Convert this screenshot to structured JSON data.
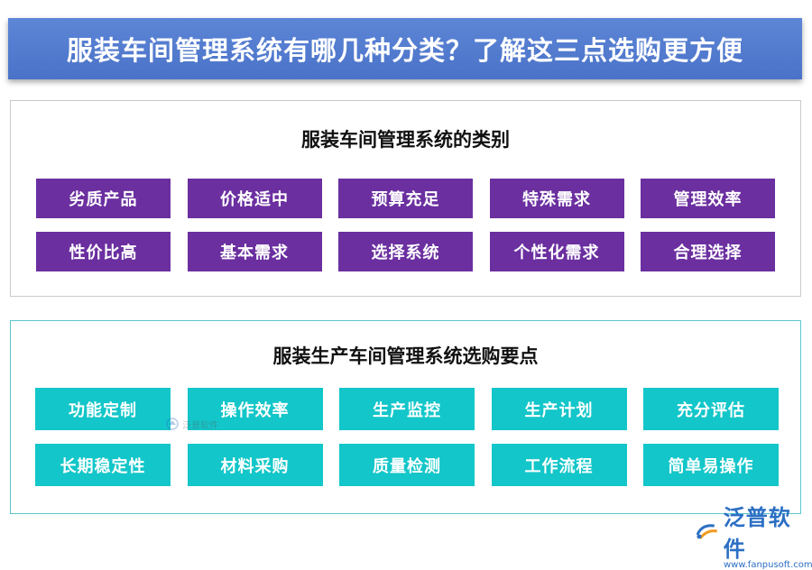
{
  "banner": {
    "title": "服装车间管理系统有哪几种分类？了解这三点选购更方便"
  },
  "section1": {
    "heading": "服装车间管理系统的类别",
    "items": [
      "劣质产品",
      "价格适中",
      "预算充足",
      "特殊需求",
      "管理效率",
      "性价比高",
      "基本需求",
      "选择系统",
      "个性化需求",
      "合理选择"
    ]
  },
  "section2": {
    "heading": "服装生产车间管理系统选购要点",
    "items": [
      "功能定制",
      "操作效率",
      "生产监控",
      "生产计划",
      "充分评估",
      "长期稳定性",
      "材料采购",
      "质量检测",
      "工作流程",
      "简单易操作"
    ]
  },
  "watermark": {
    "text": "泛普软件"
  },
  "logo": {
    "name": "泛普软件",
    "url": "www.fanpusoft.com"
  },
  "colors": {
    "banner": "#4a72c8",
    "purple_chip": "#6b2fa0",
    "teal_chip": "#13c6c9",
    "teal_border": "#5cc6cf"
  }
}
